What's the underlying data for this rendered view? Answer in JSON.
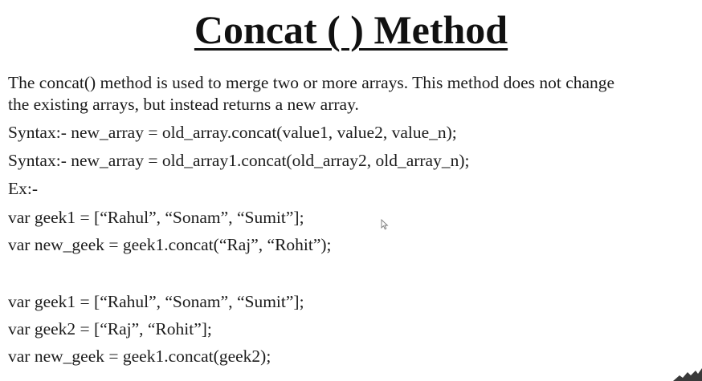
{
  "slide": {
    "title": "Concat ( ) Method",
    "description_line1": "The concat() method is used to merge two or more arrays. This method does not change",
    "description_line2": "the existing arrays, but instead returns a new array.",
    "syntax_1": "Syntax:- new_array = old_array.concat(value1, value2, value_n);",
    "syntax_2": "Syntax:- new_array = old_array1.concat(old_array2, old_array_n);",
    "example_label": "Ex:-",
    "example_1": [
      "var geek1 = [“Rahul”, “Sonam”, “Sumit”];",
      "var new_geek = geek1.concat(“Raj”, “Rohit”);"
    ],
    "example_2": [
      "var geek1 = [“Rahul”, “Sonam”, “Sumit”];",
      "var geek2 = [“Raj”, “Rohit”];",
      "var new_geek = geek1.concat(geek2);"
    ]
  },
  "colors": {
    "text": "#1c1c1c",
    "background": "#ffffff"
  },
  "icons": {
    "cursor": "mouse-pointer-icon",
    "corner": "corner-decoration-icon"
  }
}
